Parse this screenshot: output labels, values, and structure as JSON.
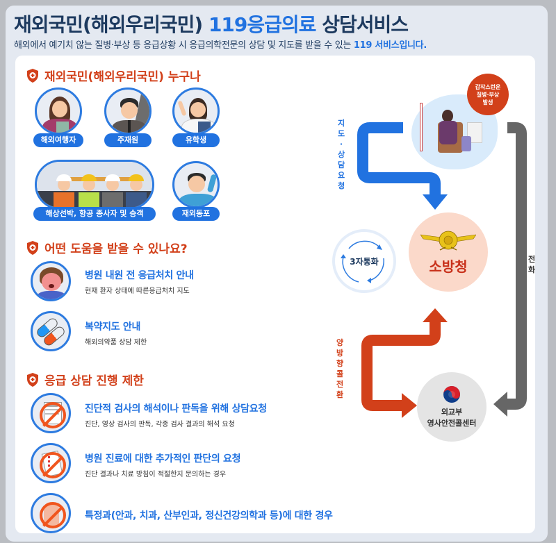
{
  "header": {
    "title_prefix": "재외국민(해외우리국민) ",
    "title_highlight": "119응급의료",
    "title_suffix": " 상담서비스",
    "subtitle_prefix": "해외에서 예기치 않는 질병·부상 등 응급상황 시 응급의학전문의 상담 및 지도를 받을 수 있는 ",
    "subtitle_highlight": "119 서비스입니다."
  },
  "who": {
    "heading": "재외국민(해외우리국민) 누구나",
    "people": [
      {
        "label": "해외여행자"
      },
      {
        "label": "주재원"
      },
      {
        "label": "유학생"
      },
      {
        "label": "해상선박, 항공 종사자 및 승객"
      },
      {
        "label": "재외동포"
      }
    ]
  },
  "help": {
    "heading": "어떤 도움을 받을 수 있나요?",
    "items": [
      {
        "title": "병원 내원 전 응급처치 안내",
        "desc": "현재 환자 상태에 따른응급처치 지도"
      },
      {
        "title": "복약지도 안내",
        "desc": "해외의약품 상담 제한"
      }
    ]
  },
  "limits": {
    "heading": "응급 상담 진행 제한",
    "items": [
      {
        "title": "진단적 검사의 해석이나 판독을 위해 상담요청",
        "desc": "진단, 영상 검사의 판독, 각종 검사 결과의 해석 요청"
      },
      {
        "title": "병원 진료에 대한 추가적인 판단의 요청",
        "desc": "진단 결과나 치료 방침이 적절한지 문의하는 경우"
      },
      {
        "title": "특정과(안과, 치과, 산부인과, 정신건강의학과 등)에 대한 경우",
        "desc": ""
      }
    ]
  },
  "flow": {
    "bubble": "갑작스러운 질병·부상 발생",
    "bubble_lines": [
      "갑작스런운",
      "질병·부상",
      "발생"
    ],
    "left_arrow_label": "지도·상담요청",
    "right_arrow_label": "전화",
    "call_label": "3자통화",
    "fire_agency": "소방청",
    "bottom_arrow_label": "양방향콜전환",
    "mofa_line1": "외교부",
    "mofa_line2": "영사안전콜센터"
  },
  "colors": {
    "blue": "#2172e0",
    "orange": "#d2401a",
    "navy": "#1d3a5f",
    "gray_arrow": "#666666",
    "fire_circle": "#fbd9ca",
    "mofa_circle": "#e4e4e4"
  }
}
